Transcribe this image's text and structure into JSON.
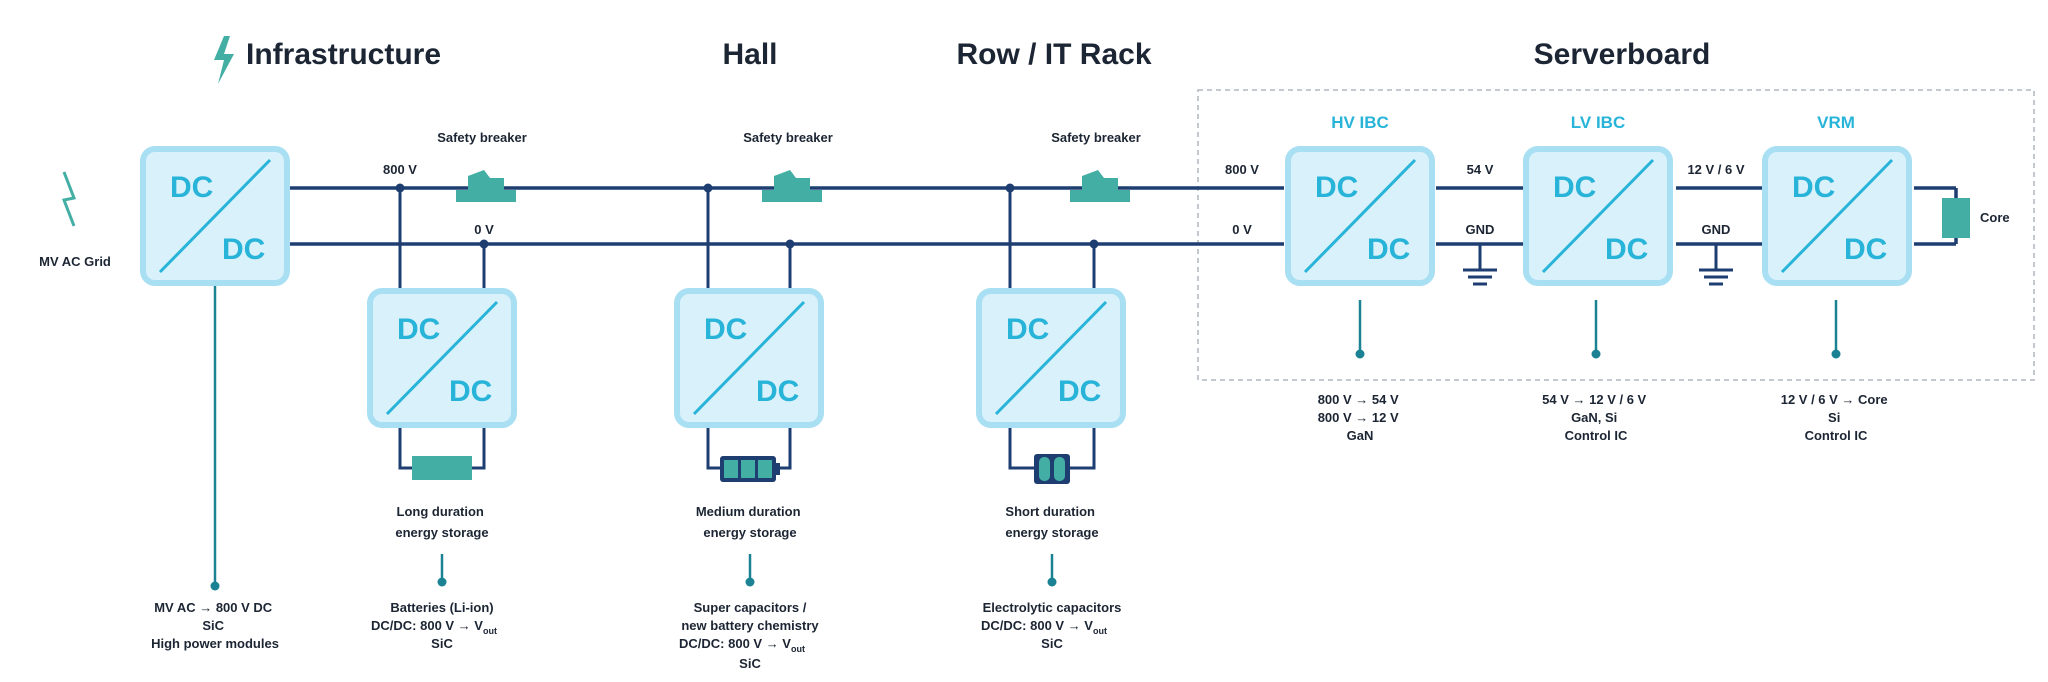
{
  "sections": {
    "infrastructure": "Infrastructure",
    "hall": "Hall",
    "row_rack": "Row / IT Rack",
    "serverboard": "Serverboard"
  },
  "grid_label": "MV AC Grid",
  "converter_text": {
    "top": "DC",
    "bottom": "DC"
  },
  "bus": {
    "high_left": "800 V",
    "low_left": "0 V",
    "high_server": "800 V",
    "low_server": "0 V",
    "mid_high": "54 V",
    "mid_low": "GND",
    "low_high": "12 V / 6 V",
    "low_low": "GND"
  },
  "breakers": [
    "Safety breaker",
    "Safety breaker",
    "Safety breaker"
  ],
  "stages": {
    "hv_ibc": "HV IBC",
    "lv_ibc": "LV IBC",
    "vrm": "VRM",
    "core": "Core"
  },
  "storage": {
    "long": [
      "Long duration",
      "energy storage"
    ],
    "medium": [
      "Medium duration",
      "energy storage"
    ],
    "short": [
      "Short duration",
      "energy storage"
    ]
  },
  "notes": {
    "infra": [
      "MV AC → 800 V DC",
      "SiC",
      "High power modules"
    ],
    "long": {
      "l1": "Batteries (Li-ion)",
      "l2": "DC/DC: 800 V → V",
      "l2_sub": "out",
      "l3": "SiC"
    },
    "medium": {
      "l1": "Super capacitors /",
      "l2": "new battery chemistry",
      "l3": "DC/DC: 800 V → V",
      "l3_sub": "out",
      "l4": "SiC"
    },
    "short": {
      "l1": "Electrolytic capacitors",
      "l2": "DC/DC: 800 V → V",
      "l2_sub": "out",
      "l3": "SiC"
    },
    "hv_ibc": [
      "800 V → 54 V",
      "800 V → 12 V",
      "GaN"
    ],
    "lv_ibc": [
      "54 V → 12 V / 6 V",
      "GaN, Si",
      "Control IC"
    ],
    "vrm": [
      "12 V / 6 V → Core",
      "Si",
      "Control IC"
    ]
  },
  "colors": {
    "accent": "#28b4d8",
    "converter_fill": "#d9f1fb",
    "converter_border": "#a9dff2",
    "bus": "#1e3d70",
    "teal": "#43aea3",
    "lead": "#1a8293"
  }
}
